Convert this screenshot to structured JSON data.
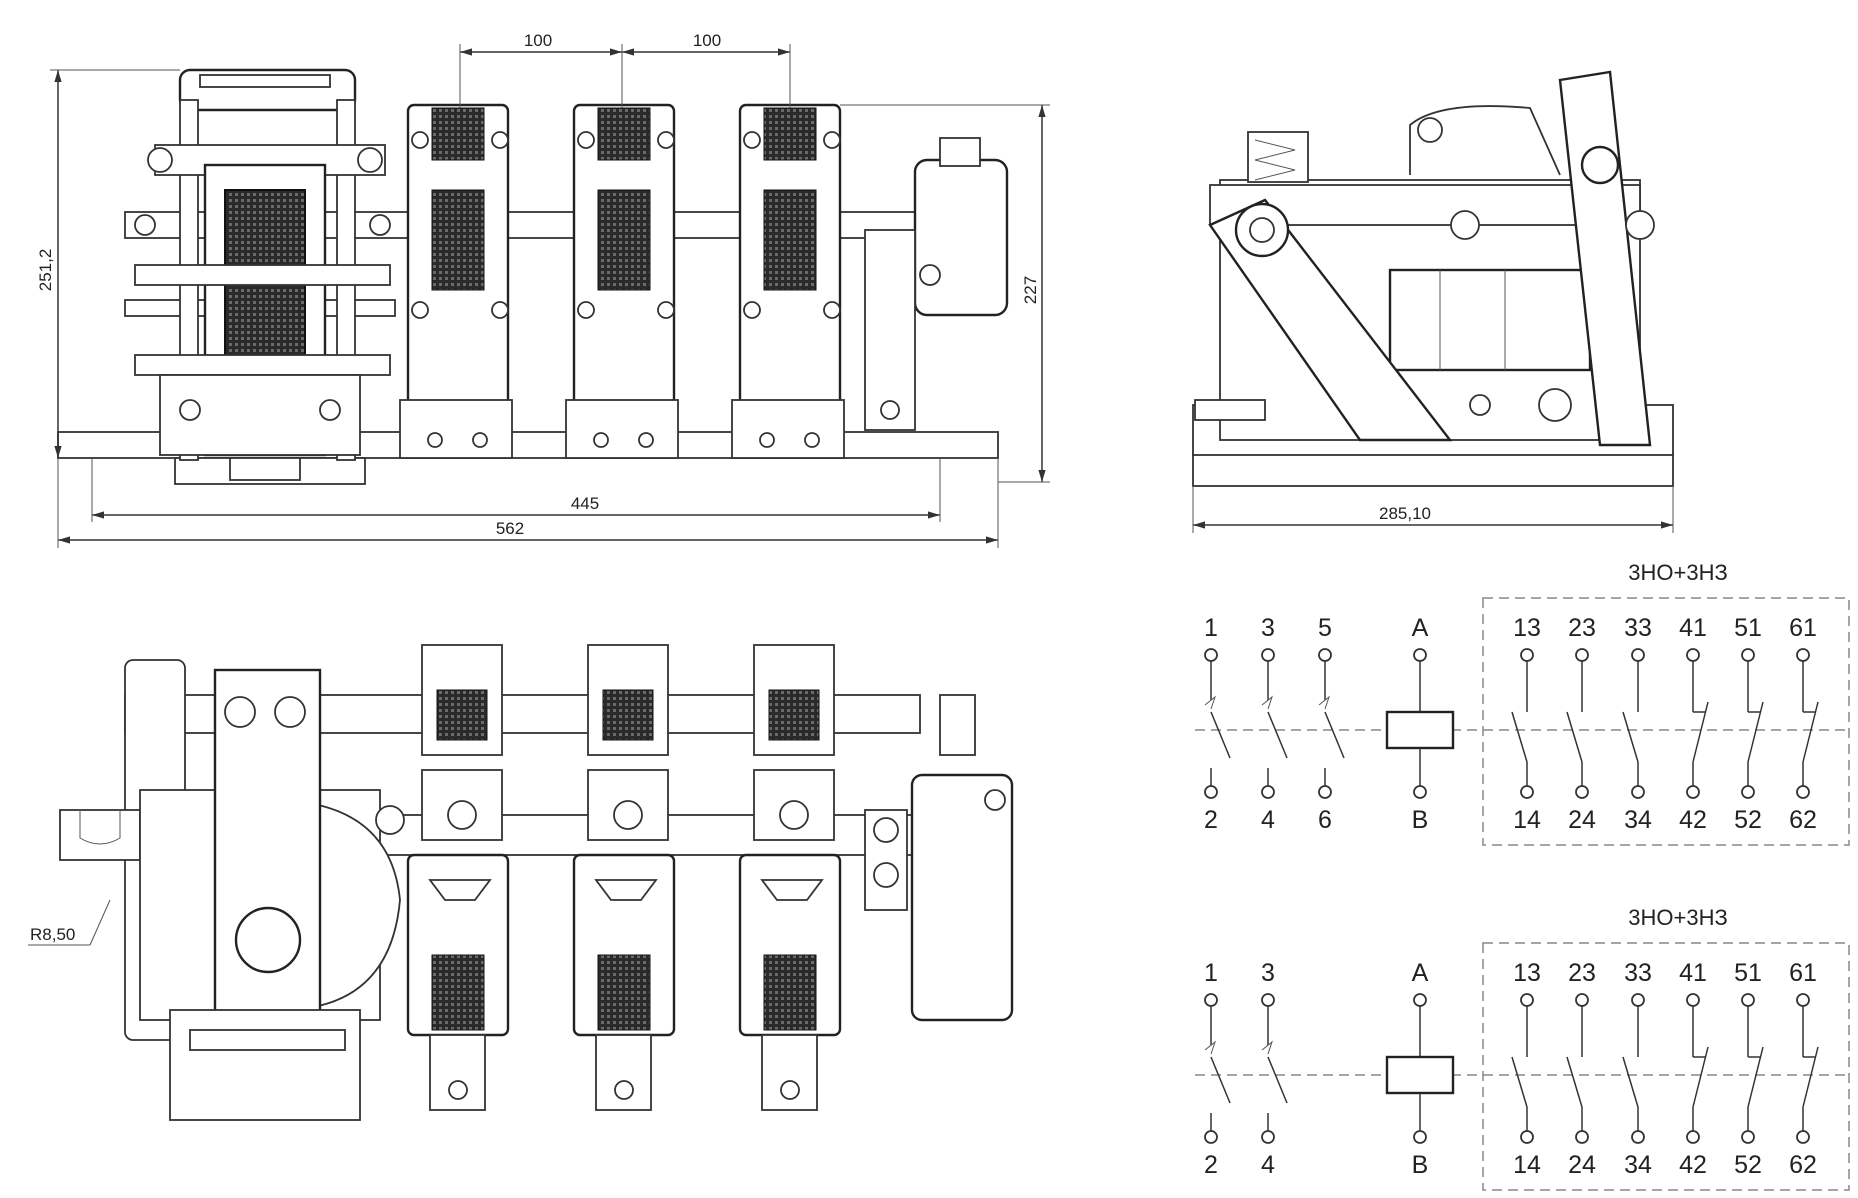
{
  "dimensions": {
    "top_spacing_1": "100",
    "top_spacing_2": "100",
    "height_left": "251,2",
    "height_right": "227",
    "width_inner": "445",
    "width_total": "562",
    "side_width": "285,10",
    "radius": "R8,50"
  },
  "schematic_1": {
    "title": "3НО+3НЗ",
    "main_top": [
      "1",
      "3",
      "5"
    ],
    "main_bottom": [
      "2",
      "4",
      "6"
    ],
    "coil_top": "A",
    "coil_bottom": "B",
    "aux_top": [
      "13",
      "23",
      "33",
      "41",
      "51",
      "61"
    ],
    "aux_bottom": [
      "14",
      "24",
      "34",
      "42",
      "52",
      "62"
    ]
  },
  "schematic_2": {
    "title": "3НО+3НЗ",
    "main_top": [
      "1",
      "3"
    ],
    "main_bottom": [
      "2",
      "4"
    ],
    "coil_top": "A",
    "coil_bottom": "B",
    "aux_top": [
      "13",
      "23",
      "33",
      "41",
      "51",
      "61"
    ],
    "aux_bottom": [
      "14",
      "24",
      "34",
      "42",
      "52",
      "62"
    ]
  }
}
